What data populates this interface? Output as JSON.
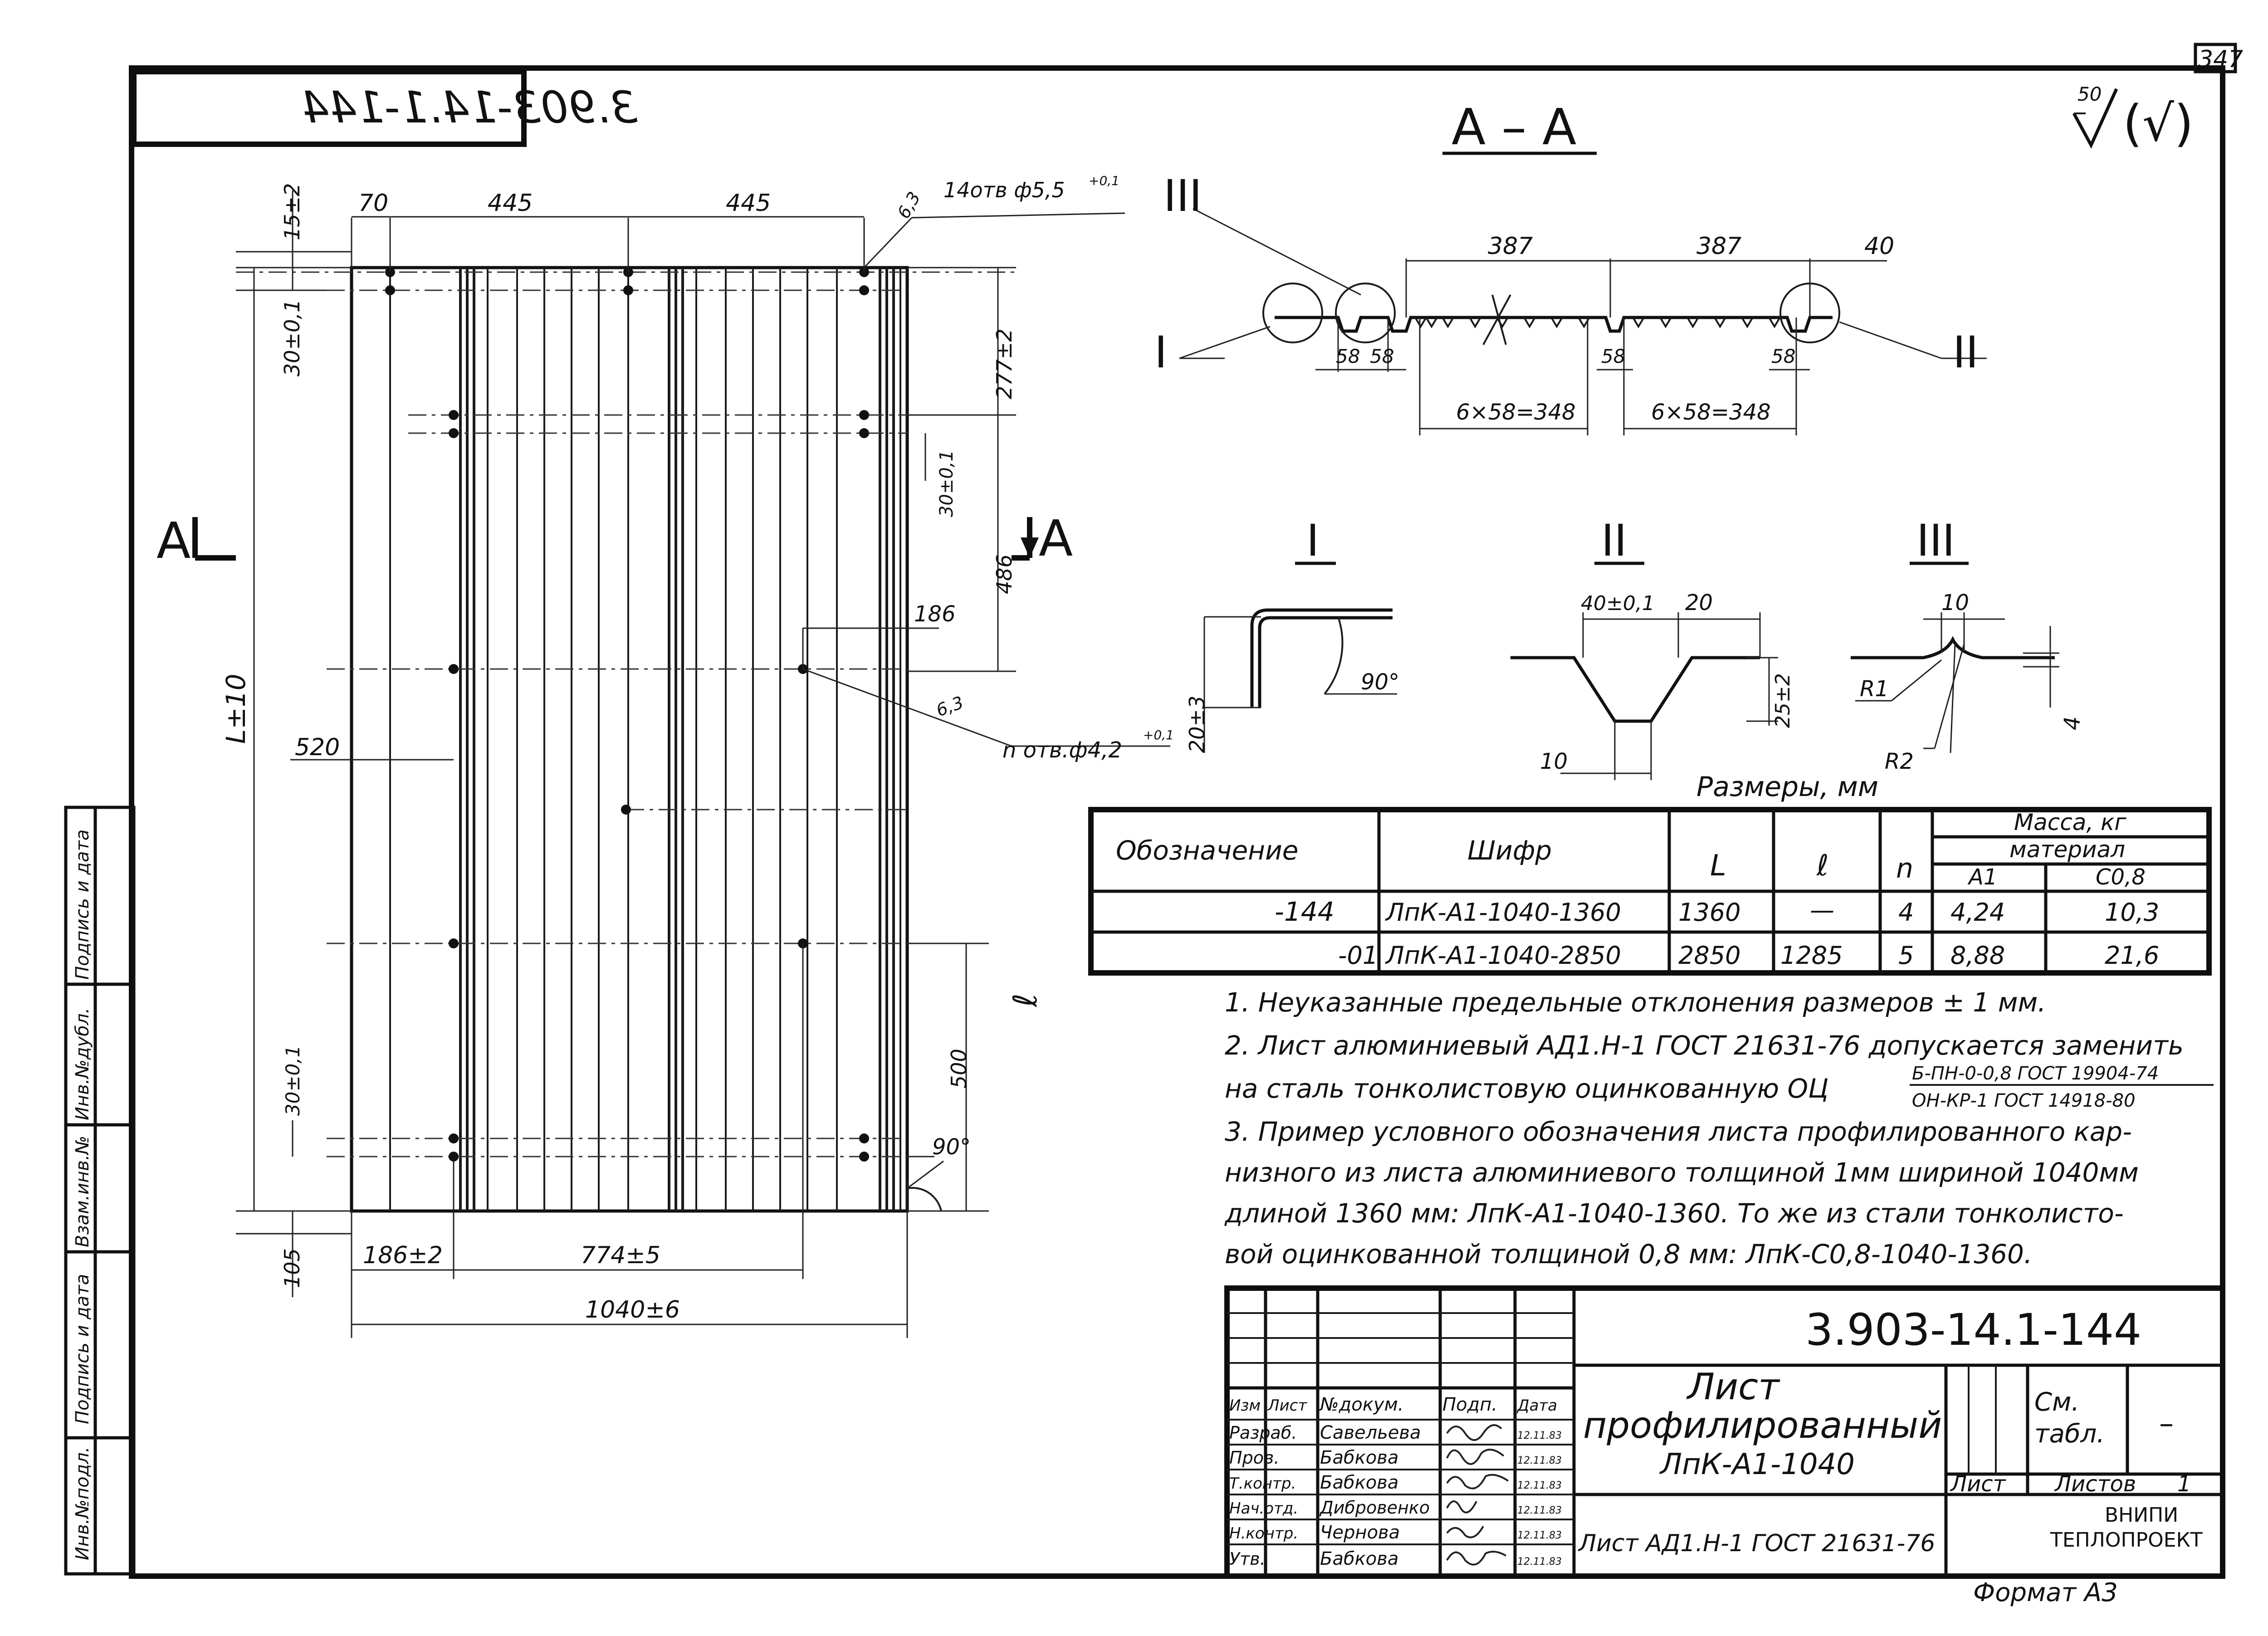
{
  "sheet": {
    "page_number": "347",
    "code_mirrored": "3.903-14.1-144",
    "roughness": "50",
    "roughness_paren": "(√)",
    "format": "Формат А3"
  },
  "plan": {
    "view_letter_left": "А",
    "view_letter_right": "А",
    "dims": {
      "d70": "70",
      "d445a": "445",
      "d445b": "445",
      "holes_top": "14отв ф5,5",
      "holes_top_tol": "+0,1",
      "r63a": "6,3",
      "d15": "15±2",
      "d30a": "30±0,1",
      "d277": "277±2",
      "d30b": "30±0,1",
      "d486": "486",
      "d186": "186",
      "r63b": "6,3",
      "holes_mid": "n отв.ф4,2",
      "holes_mid_tol": "+0,1",
      "dL": "L±10",
      "d520": "520",
      "d30c": "30±0,1",
      "d500": "500",
      "dl": "ℓ",
      "a90": "90°",
      "d105": "105",
      "d186b": "186±2",
      "d774": "774±5",
      "d1040": "1040±6"
    }
  },
  "section": {
    "title": "А – А",
    "mark1": "I",
    "mark2": "II",
    "mark3": "III",
    "d387a": "387",
    "d387b": "387",
    "d40": "40",
    "d58a": "58",
    "d58b": "58",
    "d58c": "58",
    "d58d": "58",
    "d348a": "6×58=348",
    "d348b": "6×58=348"
  },
  "details": {
    "t1": "I",
    "t2": "II",
    "t3": "III",
    "d20": "20±3",
    "a90": "90°",
    "d40": "40±0,1",
    "d20b": "20",
    "d25": "25±2",
    "d10": "10",
    "d10b": "10",
    "r1": "R1",
    "r2": "R2",
    "d4": "4",
    "units": "Размеры, мм"
  },
  "table": {
    "headers": {
      "designation": "Обозначение",
      "code": "Шифр",
      "L": "L",
      "l": "ℓ",
      "n": "n",
      "mass": "Масса, кг",
      "material": "материал",
      "a1": "А1",
      "c08": "С0,8"
    },
    "rows": [
      {
        "designation": "-144",
        "code": "ЛпК-А1-1040-1360",
        "L": "1360",
        "l": "—",
        "n": "4",
        "a1": "4,24",
        "c08": "10,3"
      },
      {
        "designation": "-01",
        "code": "ЛпК-А1-1040-2850",
        "L": "2850",
        "l": "1285",
        "n": "5",
        "a1": "8,88",
        "c08": "21,6"
      }
    ]
  },
  "notes": {
    "n1": "1. Неуказанные предельные отклонения размеров ± 1 мм.",
    "n2a": "2. Лист алюминиевый АД1.Н-1 ГОСТ 21631-76 допускается заменить",
    "n2b": "на сталь тонколистовую оцинкованную ОЦ",
    "n2_num": "Б-ПН-0-0,8 ГОСТ 19904-74",
    "n2_den": "ОН-КР-1 ГОСТ 14918-80",
    "n3a": "3. Пример условного обозначения листа профилированного кар-",
    "n3b": "низного из листа алюминиевого толщиной 1мм шириной 1040мм",
    "n3c": "длиной 1360 мм: ЛпК-А1-1040-1360. То же из стали тонколисто-",
    "n3d": "вой оцинкованной толщиной 0,8 мм: ЛпК-С0,8-1040-1360."
  },
  "title_block": {
    "code": "3.903-14.1-144",
    "name1": "Лист",
    "name2": "профилированный",
    "name3": "ЛпК-А1-1040",
    "material": "Лист АД1.Н-1 ГОСТ 21631-76",
    "see1": "См.",
    "see2": "табл.",
    "dash": "–",
    "list_label": "Лист",
    "lists_label": "Листов",
    "lists_val": "1",
    "org1": "ВНИПИ",
    "org2": "ТЕПЛОПРОЕКТ",
    "head": {
      "izm": "Изм",
      "list": "Лист",
      "doc": "№докум.",
      "sign": "Подп.",
      "date": "Дата"
    },
    "people": [
      {
        "role": "Разраб.",
        "name": "Савельева",
        "date": "12.11.83"
      },
      {
        "role": "Пров.",
        "name": "Бабкова",
        "date": "12.11.83"
      },
      {
        "role": "Т.контр.",
        "name": "Бабкова",
        "date": "12.11.83"
      },
      {
        "role": "Нач.отд.",
        "name": "Дибровенко",
        "date": "12.11.83"
      },
      {
        "role": "Н.контр.",
        "name": "Чернова",
        "date": "12.11.83"
      },
      {
        "role": "Утв.",
        "name": "Бабкова",
        "date": "12.11.83"
      }
    ]
  },
  "side_stamp": {
    "s1": "Инв.№подл.",
    "s2": "Подпись и дата",
    "s3": "Взам.инв.№",
    "s4": "Инв.№дубл.",
    "s5": "Подпись и дата"
  }
}
